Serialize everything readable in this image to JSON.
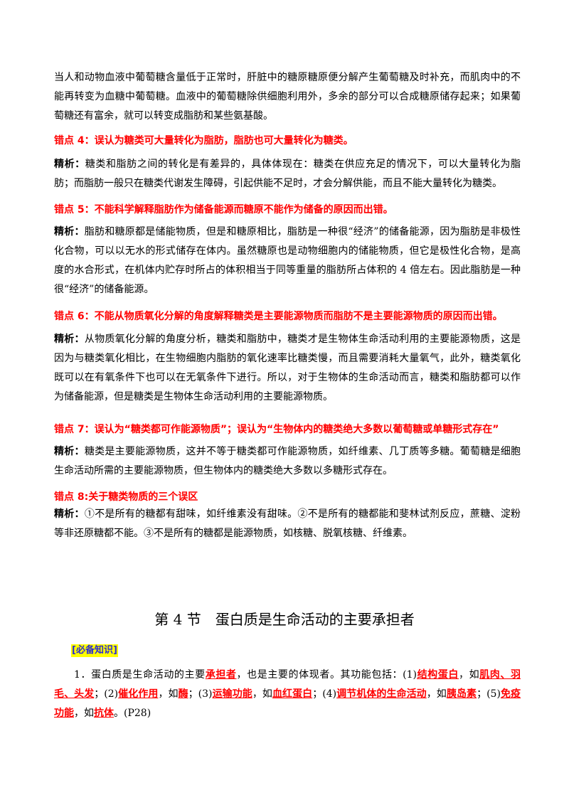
{
  "intro": {
    "text": "当人和动物血液中葡萄糖含量低于正常时，肝脏中的糖原糖原便分解产生葡萄糖及时补充，而肌肉中的不能再转变为血糖中葡萄糖。血液中的葡萄糖除供细胞利用外，多余的部分可以合成糖原储存起来；如果葡萄糖还有富余，就可以转变成脂肪和某些氨基酸。"
  },
  "errors": [
    {
      "title": "错点 4：误认为糖类可大量转化为脂肪，脂肪也可大量转化为糖类。",
      "label": "精析：",
      "text": "糖类和脂肪之间的转化是有差异的，具体体现在：糖类在供应充足的情况下，可以大量转化为脂肪；而脂肪一般只在糖类代谢发生障碍，引起供能不足时，才会分解供能，而且不能大量转化为糖类。"
    },
    {
      "title": "错点 5：不能科学解释脂肪作为储备能源而糖原不能作为储备的原因而出错。",
      "label": "精析：",
      "text": "脂肪和糖原都是储能物质，但是和糖原相比，脂肪是一种很“经济”的储备能源，因为脂肪是非极性化合物，可以以无水的形式储存在体内。虽然糖原也是动物细胞内的储能物质，但它是极性化合物，是高度的水合形式，在机体内贮存时所占的体积相当于同等重量的脂肪所占体积的 4 倍左右。因此脂肪是一种很“经济”的储备能源。"
    },
    {
      "title": "错点 6：不能从物质氧化分解的角度解释糖类是主要能源物质而脂肪不是主要能源物质的原因而出错。",
      "label": "精析：",
      "text": "从物质氧化分解的角度分析，糖类和脂肪中，糖类才是生物体生命活动利用的主要能源物质，这是因为与糖类氧化相比，在生物细胞内脂肪的氧化速率比糖类慢，而且需要消耗大量氧气，此外，糖类氧化既可以在有氧条件下也可以在无氧条件下进行。所以，对于生物体的生命活动而言，糖类和脂肪都可以作为储备能源，但是糖类是生物体生命活动利用的主要能源物质。"
    },
    {
      "title": "错点 7：误认为“糖类都可作能源物质”；误认为“生物体内的糖类绝大多数以葡萄糖或单糖形式存在”",
      "label": "精析：",
      "text": "糖类是主要能源物质，这并不等于糖类都可作能源物质，如纤维素、几丁质等多糖。葡萄糖是细胞生命活动所需的主要能源物质，但生物体内的糖类绝大多数以多糖形式存在。"
    },
    {
      "title": "错点 8:关于糖类物质的三个误区",
      "label": "精析：",
      "text": "①不是所有的糖都有甜味，如纤维素没有甜味。②不是所有的糖都能和斐林试剂反应，蔗糖、淀粉等非还原糖都不能。③不是所有的糖都是能源物质，如核糖、脱氧核糖、纤维素。"
    }
  ],
  "section": {
    "title": "第 4 节　蛋白质是生命活动的主要承担者",
    "knowledge_tag": "[必备知识]",
    "item1": {
      "t1": "1．蛋白质是生命活动的主要",
      "h1": "承担者",
      "t2": "，也是主要的体现者。其功能包括：(1)",
      "h2": "结构蛋白",
      "t3": "，如",
      "h3": "肌肉、羽毛、头发",
      "t4": "；(2)",
      "h4": "催化作用",
      "t5": "，如",
      "h5": "酶",
      "t6": "；(3)",
      "h6": "运输功能",
      "t7": "，如",
      "h7": "血红蛋白",
      "t8": "；(4)",
      "h8": "调节机体的生命活动",
      "t9": "，如",
      "h9": "胰岛素",
      "t10": "；(5)",
      "h10": "免疫功能",
      "t11": "，如",
      "h11": "抗体",
      "t12": "。(P28)"
    }
  },
  "colors": {
    "error_red": "#ff0000",
    "tag_blue": "#2b2bd6",
    "tag_bg": "#ffff00"
  }
}
